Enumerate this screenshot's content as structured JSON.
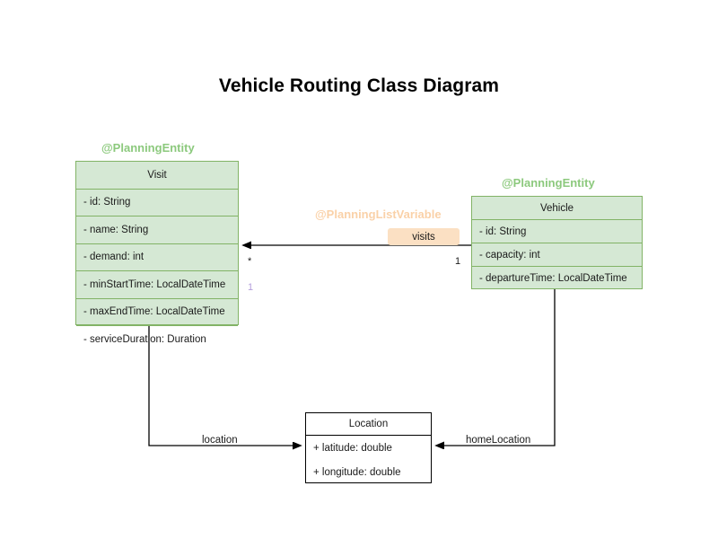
{
  "diagram": {
    "title": "Vehicle Routing Class Diagram",
    "type": "uml-class-diagram",
    "colors": {
      "entity_fill": "#d5e8d4",
      "entity_border": "#82b366",
      "plain_fill": "#ffffff",
      "plain_border": "#000000",
      "stereotype_entity": "#8cc97d",
      "stereotype_list_variable": "#fad1a8",
      "label_chip_fill": "#fbe0c3",
      "multiplicity_accent": "#b39ddb",
      "edge": "#000000",
      "text": "#1a1a1a"
    }
  },
  "classes": {
    "visit": {
      "stereotype": "@PlanningEntity",
      "name": "Visit",
      "attributes": [
        "- id: String",
        "- name: String",
        "- demand: int",
        "- minStartTime: LocalDateTime",
        "- maxEndTime: LocalDateTime",
        "- serviceDuration: Duration"
      ]
    },
    "vehicle": {
      "stereotype": "@PlanningEntity",
      "name": "Vehicle",
      "attributes": [
        "- id: String",
        "- capacity: int",
        "- departureTime: LocalDateTime"
      ]
    },
    "location": {
      "name": "Location",
      "attributes": [
        "+ latitude: double",
        "+ longitude: double"
      ]
    }
  },
  "relationships": [
    {
      "id": "vehicle-visits",
      "stereotype": "@PlanningListVariable",
      "label": "visits",
      "source": "Vehicle",
      "target": "Visit",
      "source_multiplicity": "1",
      "target_multiplicity": "*",
      "target_multiplicity_secondary": "1"
    },
    {
      "id": "visit-location",
      "label": "location",
      "source": "Visit",
      "target": "Location"
    },
    {
      "id": "vehicle-homelocation",
      "label": "homeLocation",
      "source": "Vehicle",
      "target": "Location"
    }
  ]
}
